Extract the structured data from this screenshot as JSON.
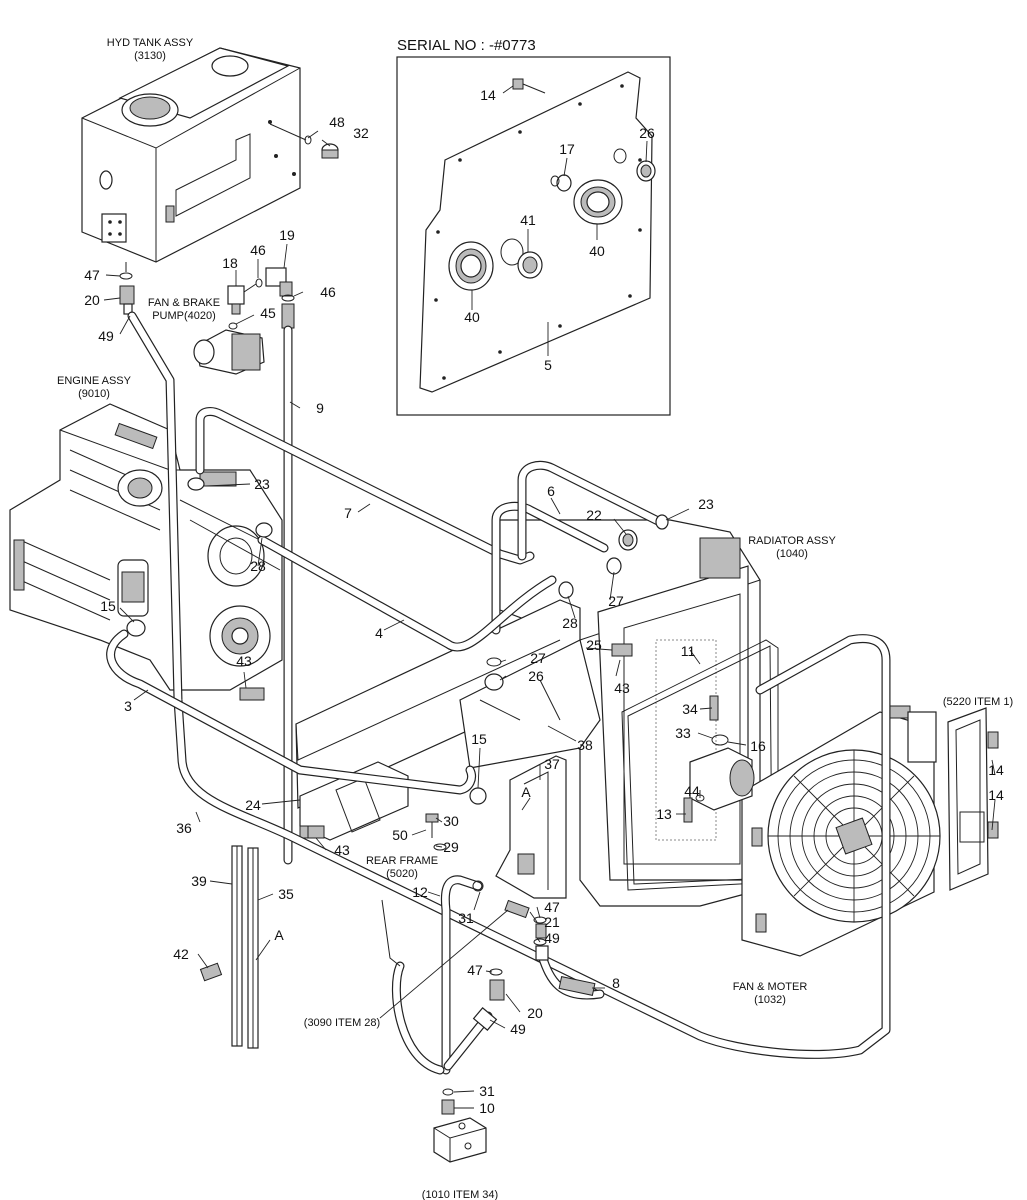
{
  "serial": "SERIAL NO : -#0773",
  "assemblies": {
    "hyd_tank": [
      "HYD TANK ASSY",
      "(3130)"
    ],
    "pump": [
      "FAN & BRAKE",
      "PUMP(4020)"
    ],
    "engine": [
      "ENGINE ASSY",
      "(9010)"
    ],
    "radiator": [
      "RADIATOR ASSY",
      "(1040)"
    ],
    "rear_frame": [
      "REAR FRAME",
      "(5020)"
    ],
    "fan_motor": [
      "FAN & MOTER",
      "(1032)"
    ],
    "ref_5220": "(5220 ITEM 1)",
    "ref_3090": "(3090 ITEM 28)",
    "ref_1010": "(1010 ITEM 34)"
  },
  "detail_callout": "A",
  "part_numbers": {
    "p48": "48",
    "p32": "32",
    "p19": "19",
    "p46a": "46",
    "p18": "18",
    "p46b": "46",
    "p47a": "47",
    "p20a": "20",
    "p45": "45",
    "p49a": "49",
    "p9": "9",
    "p14a": "14",
    "p17": "17",
    "p26a": "26",
    "p41": "41",
    "p40a": "40",
    "p40b": "40",
    "p5": "5",
    "p23a": "23",
    "p7": "7",
    "p6": "6",
    "p22": "22",
    "p23b": "23",
    "p28a": "28",
    "p15a": "15",
    "p27a": "27",
    "p28b": "28",
    "p4": "4",
    "p25": "25",
    "p27b": "27",
    "p26b": "26",
    "p43a": "43",
    "p43b": "43",
    "p11": "11",
    "p3": "3",
    "p34": "34",
    "p33": "33",
    "p16": "16",
    "p38": "38",
    "p15b": "15",
    "p37": "37",
    "p44": "44",
    "p13": "13",
    "p14b": "14",
    "p14c": "14",
    "p24": "24",
    "p30": "30",
    "p50": "50",
    "p29": "29",
    "p43c": "43",
    "p36": "36",
    "p12": "12",
    "p31a": "31",
    "p47b": "47",
    "p21": "21",
    "p49b": "49",
    "p39": "39",
    "p35": "35",
    "p42": "42",
    "p47c": "47",
    "p8": "8",
    "p20b": "20",
    "p49c": "49",
    "p31b": "31",
    "p10": "10"
  }
}
